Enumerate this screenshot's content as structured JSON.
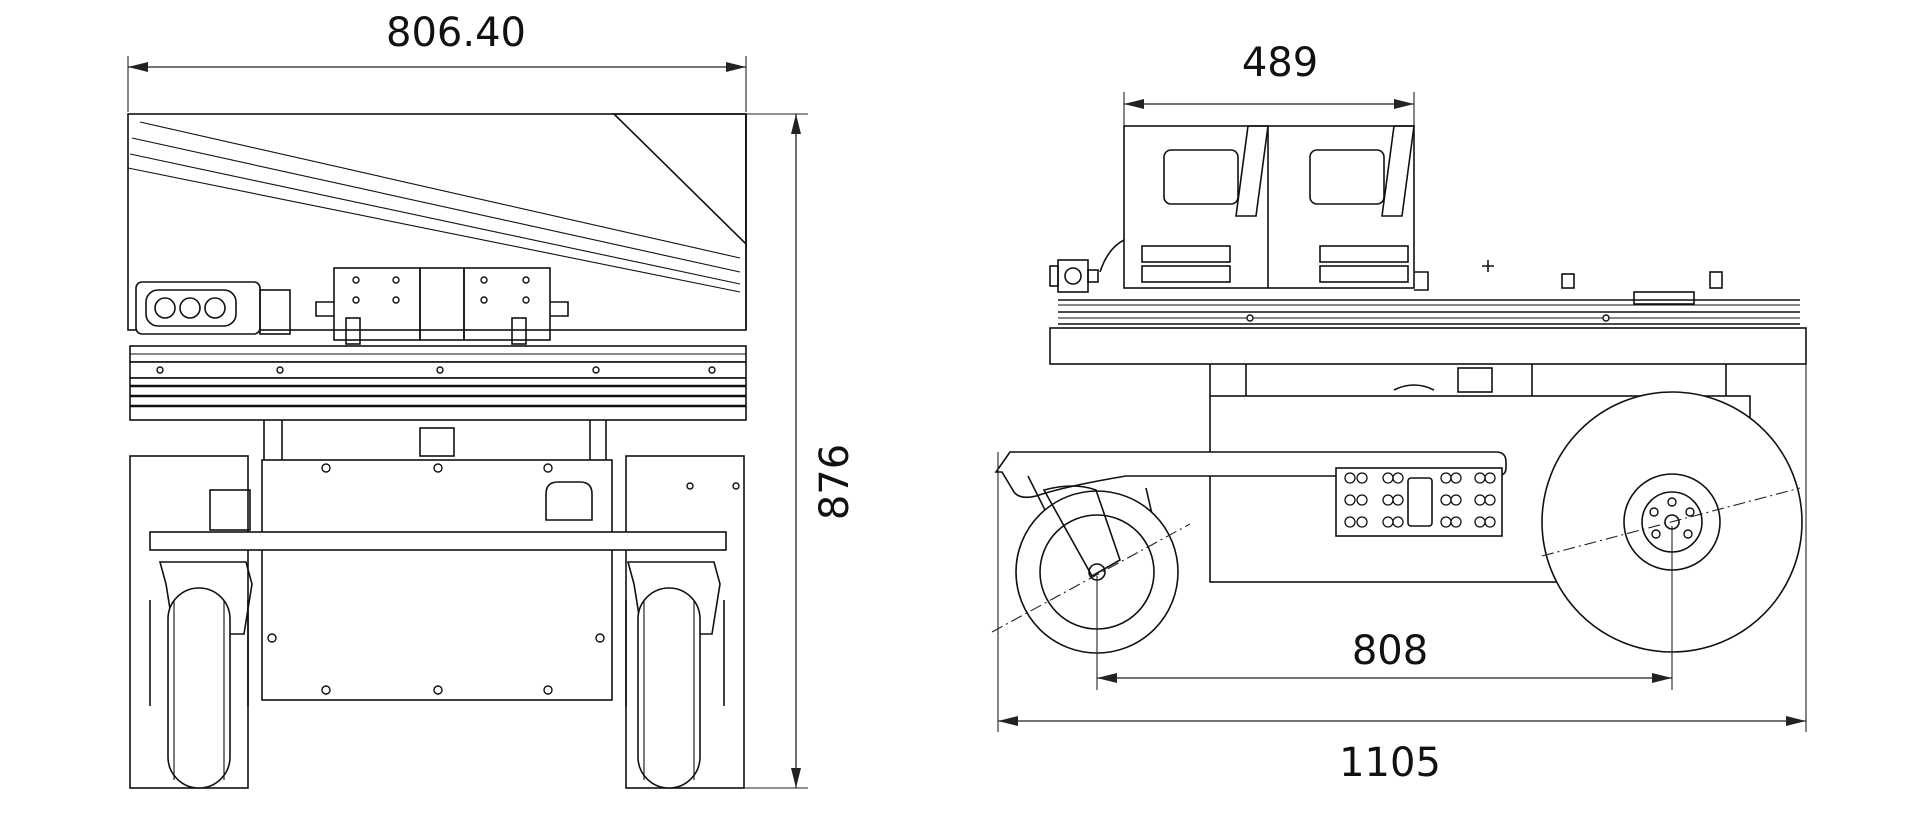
{
  "dimensions": {
    "front_width": "806.40",
    "front_height": "876",
    "top_unit_width": "489",
    "wheelbase": "808",
    "overall_length": "1105"
  }
}
